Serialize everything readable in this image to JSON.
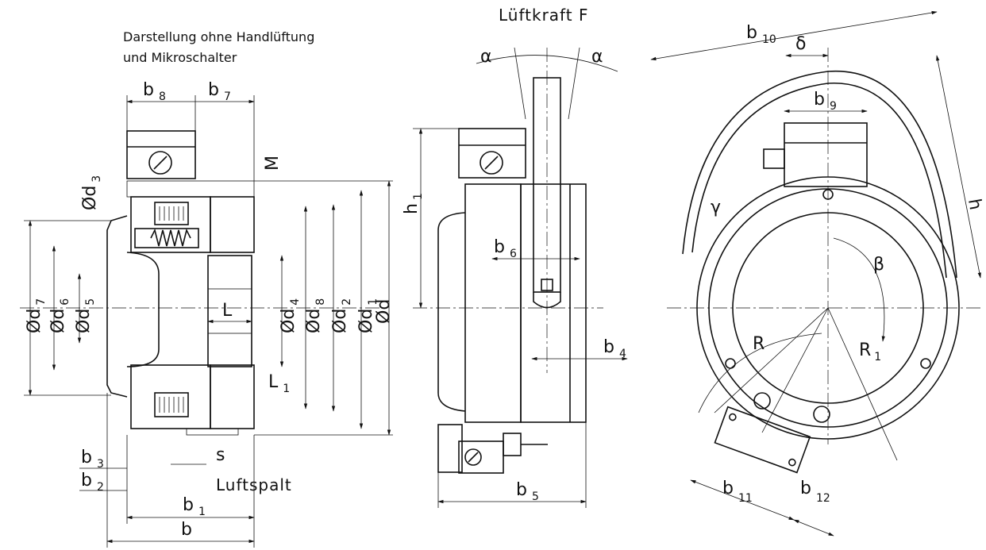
{
  "notes": {
    "line1": "Darstellung ohne Handlüftung",
    "line2": "und Mikroschalter",
    "release_force": "Lüftkraft F",
    "air_gap": "Luftspalt"
  },
  "labels": {
    "b8": {
      "main": "b",
      "sub": "8"
    },
    "b7": {
      "main": "b",
      "sub": "7"
    },
    "M": {
      "main": "M",
      "sub": ""
    },
    "d3": {
      "main": "Ød",
      "sub": "3"
    },
    "d7": {
      "main": "Ød",
      "sub": "7"
    },
    "d6": {
      "main": "Ød",
      "sub": "6"
    },
    "d5": {
      "main": "Ød",
      "sub": "5"
    },
    "d4": {
      "main": "Ød",
      "sub": "4"
    },
    "d8": {
      "main": "Ød",
      "sub": "8"
    },
    "d2": {
      "main": "Ød",
      "sub": "2"
    },
    "d1": {
      "main": "Ød",
      "sub": "1"
    },
    "d": {
      "main": "Ød",
      "sub": ""
    },
    "L": {
      "main": "L",
      "sub": ""
    },
    "L1": {
      "main": "L",
      "sub": "1"
    },
    "b3": {
      "main": "b",
      "sub": "3"
    },
    "b2": {
      "main": "b",
      "sub": "2"
    },
    "s": {
      "main": "s",
      "sub": ""
    },
    "b1": {
      "main": "b",
      "sub": "1"
    },
    "b": {
      "main": "b",
      "sub": ""
    },
    "alpha_left": {
      "main": "α",
      "sub": ""
    },
    "alpha_right": {
      "main": "α",
      "sub": ""
    },
    "h1": {
      "main": "h",
      "sub": "1"
    },
    "b6": {
      "main": "b",
      "sub": "6"
    },
    "b4": {
      "main": "b",
      "sub": "4"
    },
    "b5": {
      "main": "b",
      "sub": "5"
    },
    "b10": {
      "main": "b",
      "sub": "10"
    },
    "delta": {
      "main": "δ",
      "sub": ""
    },
    "b9": {
      "main": "b",
      "sub": "9"
    },
    "h": {
      "main": "h",
      "sub": ""
    },
    "gamma": {
      "main": "γ",
      "sub": ""
    },
    "beta": {
      "main": "β",
      "sub": ""
    },
    "R": {
      "main": "R",
      "sub": ""
    },
    "R1": {
      "main": "R",
      "sub": "1"
    },
    "b11": {
      "main": "b",
      "sub": "11"
    },
    "b12": {
      "main": "b",
      "sub": "12"
    }
  }
}
